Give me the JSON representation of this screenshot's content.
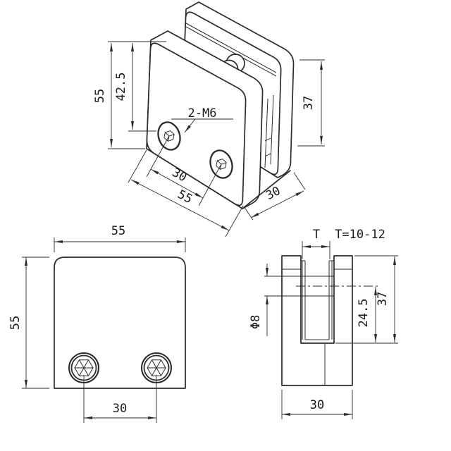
{
  "drawing": {
    "title": "glass-clamp-three-view-technical-drawing",
    "line_color": "#2b2b2b",
    "background": "#ffffff",
    "iso": {
      "height": "55",
      "hole_height": "42.5",
      "side_height": "37",
      "hole_spacing": "30",
      "width": "55",
      "depth": "30",
      "thread_callout": "2-M6"
    },
    "front": {
      "width": "55",
      "height": "55",
      "hole_spacing": "30"
    },
    "side": {
      "glass_thickness": "T",
      "glass_thickness_range": "T=10-12",
      "hole_diameter": "Φ8",
      "center_to_slot_bottom": "24.5",
      "height": "37",
      "depth": "30"
    }
  }
}
